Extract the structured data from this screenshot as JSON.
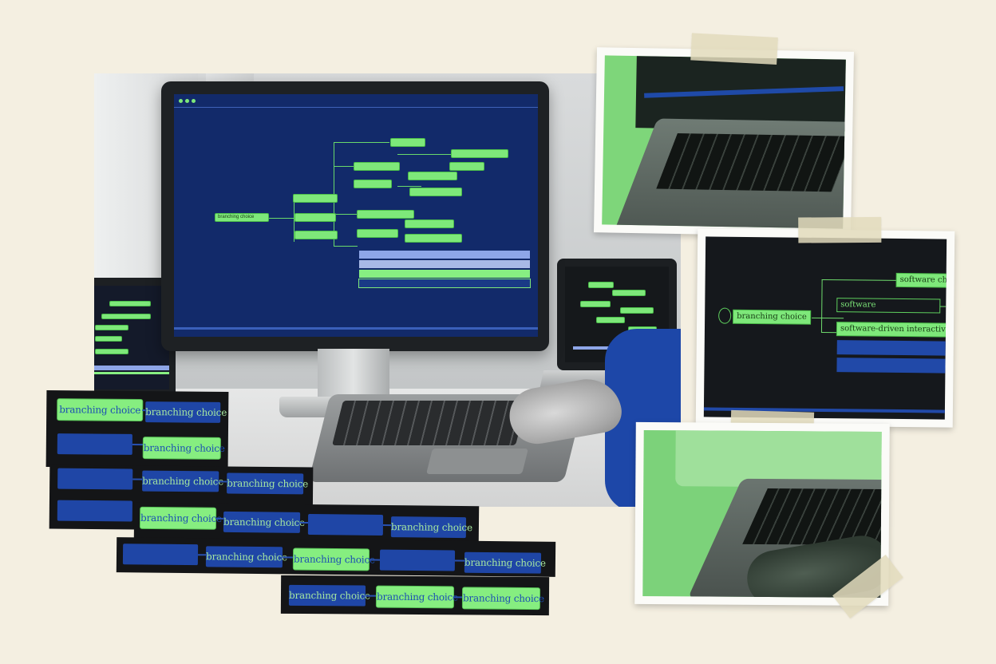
{
  "monitor": {
    "root_label": "branching choice",
    "nodes": [
      "",
      "",
      "",
      "",
      "",
      "",
      "",
      "",
      "",
      "",
      "",
      "",
      ""
    ]
  },
  "snapshot_flow": {
    "root": "branching choice",
    "top_right": "software choi",
    "mid_node": "software",
    "main_node": "software-driven interactivity"
  },
  "strips": {
    "btn_label": "branching choice"
  },
  "colors": {
    "background": "#f4efe1",
    "accent_green": "#86ee80",
    "accent_blue": "#1f46a6",
    "strip_dark": "#141517",
    "screen_navy": "#122a6a"
  }
}
